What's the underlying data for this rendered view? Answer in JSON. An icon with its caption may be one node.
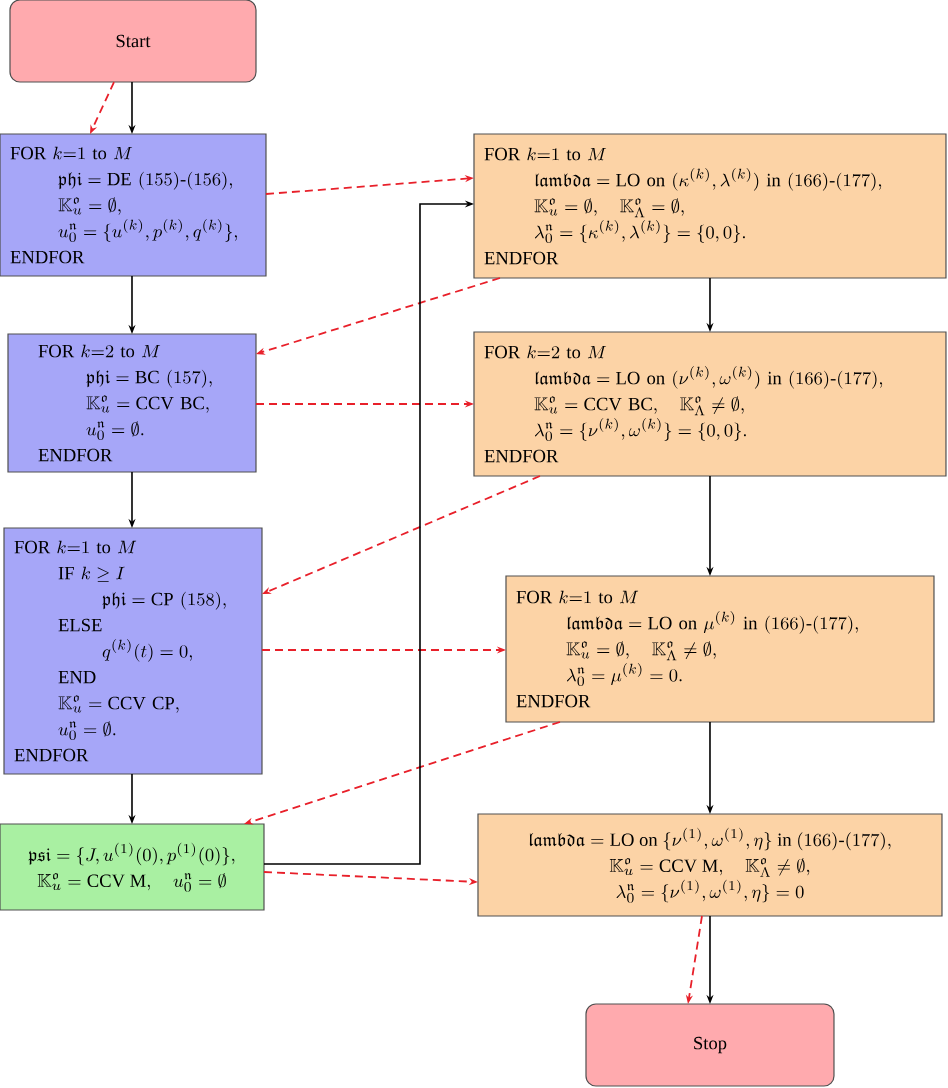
{
  "diagram": {
    "nodes": [
      {
        "text": [
          "Start"
        ]
      },
      {
        "text": [
          "\\mathrm{FOR}\\ k{=}1\\ \\mathrm{to}\\ M",
          "\\mathfrak{phi} = \\mathrm{DE}\\ (155)\\mbox{-}(156),",
          "\\mathbb{K}_u^{\\mathfrak{o}} = \\emptyset,",
          "u_0^{\\mathfrak{n}} = \\{u^{(k)}, p^{(k)}, q^{(k)}\\},",
          "\\mathrm{ENDFOR}"
        ]
      },
      {
        "text": [
          "\\mathrm{FOR}\\ k{=}2\\ \\mathrm{to}\\ M",
          "\\mathfrak{phi} = \\mathrm{BC}\\ (157),",
          "\\mathbb{K}_u^{\\mathfrak{o}} = \\mathrm{CCV\\ BC},",
          "u_0^{\\mathfrak{n}} = \\emptyset.",
          "\\mathrm{ENDFOR}"
        ]
      },
      {
        "text": [
          "\\mathrm{FOR}\\ k{=}1\\ \\mathrm{to}\\ M",
          "\\mathrm{IF}\\ k \\geq I",
          "\\mathfrak{phi} = \\mathrm{CP}\\ (158),",
          "\\mathrm{ELSE}",
          "q^{(k)}(t) = 0,",
          "\\mathrm{END}",
          "\\mathbb{K}_u^{\\mathfrak{o}} = \\mathrm{CCV\\ CP},",
          "u_0^{\\mathfrak{n}} = \\emptyset.",
          "\\mathrm{ENDFOR}"
        ]
      },
      {
        "text": [
          "\\mathfrak{psi} = \\{J, u^{(1)}(0), p^{(1)}(0)\\},",
          "\\mathbb{K}_u^{\\mathfrak{o}} = \\mathrm{CCV\\ M},\\quad u_0^{\\mathfrak{n}} = \\emptyset"
        ]
      },
      {
        "text": [
          "\\mathrm{FOR}\\ k{=}1\\ \\mathrm{to}\\ M",
          "\\mathfrak{lambda} = \\mathrm{LO\\ on}\\ (\\kappa^{(k)}, \\lambda^{(k)})\\ \\mathrm{in}\\ (166)\\mbox{-}(177),",
          "\\mathbb{K}_u^{\\mathfrak{o}} = \\emptyset,\\quad \\mathbb{K}_\\Lambda^{\\mathfrak{o}} = \\emptyset,",
          "\\lambda_0^{\\mathfrak{n}} = \\{\\kappa^{(k)}, \\lambda^{(k)}\\} = \\{0, 0\\}.",
          "\\mathrm{ENDFOR}"
        ]
      },
      {
        "text": [
          "\\mathrm{FOR}\\ k{=}2\\ \\mathrm{to}\\ M",
          "\\mathfrak{lambda} = \\mathrm{LO\\ on}\\ (\\nu^{(k)}, \\omega^{(k)})\\ \\mathrm{in}\\ (166)\\mbox{-}(177),",
          "\\mathbb{K}_u^{\\mathfrak{o}} = \\mathrm{CCV\\ BC},\\quad \\mathbb{K}_\\Lambda^{\\mathfrak{o}} \\neq \\emptyset,",
          "\\lambda_0^{\\mathfrak{n}} = \\{\\nu^{(k)}, \\omega^{(k)}\\} = \\{0, 0\\}.",
          "\\mathrm{ENDFOR}"
        ]
      },
      {
        "text": [
          "\\mathrm{FOR}\\ k{=}1\\ \\mathrm{to}\\ M",
          "\\mathfrak{lambda} = \\mathrm{LO\\ on}\\ \\mu^{(k)}\\ \\mathrm{in}\\ (166)\\mbox{-}(177),",
          "\\mathbb{K}_u^{\\mathfrak{o}} = \\emptyset,\\quad \\mathbb{K}_\\Lambda^{\\mathfrak{o}} \\neq \\emptyset,",
          "\\lambda_0^{\\mathfrak{n}} = \\mu^{(k)} = 0.",
          "\\mathrm{ENDFOR}"
        ]
      },
      {
        "text": [
          "\\mathfrak{lambda} = \\mathrm{LO\\ on}\\ \\{\\nu^{(1)}, \\omega^{(1)}, \\eta\\}\\ \\mathrm{in}\\ (166)\\mbox{-}(177),",
          "\\mathbb{K}_u^{\\mathfrak{o}} = \\mathrm{CCV\\ M},\\quad \\mathbb{K}_\\Lambda^{\\mathfrak{o}} \\neq \\emptyset,",
          "\\lambda_0^{\\mathfrak{n}} = \\{\\nu^{(1)}, \\omega^{(1)}, \\eta\\} = 0"
        ]
      },
      {
        "text": [
          "Stop"
        ]
      }
    ],
    "edges": [
      {
        "from": 0,
        "to": 1,
        "arrow": "to"
      },
      {
        "from": 0,
        "to": 1,
        "arrow": "to",
        "style": "dashed",
        "color": "#e8202a"
      },
      {
        "from": 1,
        "to": 5,
        "arrow": "to",
        "style": "dashed",
        "color": "#e8202a"
      },
      {
        "from": 1,
        "to": 2,
        "arrow": "to"
      },
      {
        "from": 5,
        "to": 2,
        "arrow": "to",
        "style": "dashed",
        "color": "#e8202a"
      },
      {
        "from": 2,
        "to": 6,
        "arrow": "to",
        "style": "dashed",
        "color": "#e8202a"
      },
      {
        "from": 2,
        "to": 3,
        "arrow": "to"
      },
      {
        "from": 6,
        "to": 3,
        "arrow": "to",
        "style": "dashed",
        "color": "#e8202a"
      },
      {
        "from": 3,
        "to": 7,
        "arrow": "to",
        "style": "dashed",
        "color": "#e8202a"
      },
      {
        "from": 3,
        "to": 4,
        "arrow": "to"
      },
      {
        "from": 7,
        "to": 4,
        "arrow": "to",
        "style": "dashed",
        "color": "#e8202a"
      },
      {
        "from": 4,
        "to": 5,
        "arrow": "to"
      },
      {
        "from": 4,
        "to": 8,
        "arrow": "to",
        "style": "dashed",
        "color": "#e8202a"
      },
      {
        "from": 5,
        "to": 6,
        "arrow": "to"
      },
      {
        "from": 6,
        "to": 7,
        "arrow": "to"
      },
      {
        "from": 7,
        "to": 8,
        "arrow": "to"
      },
      {
        "from": 8,
        "to": 9,
        "arrow": "to",
        "style": "dashed",
        "color": "#e8202a"
      },
      {
        "from": 8,
        "to": 9,
        "arrow": "to"
      }
    ]
  }
}
